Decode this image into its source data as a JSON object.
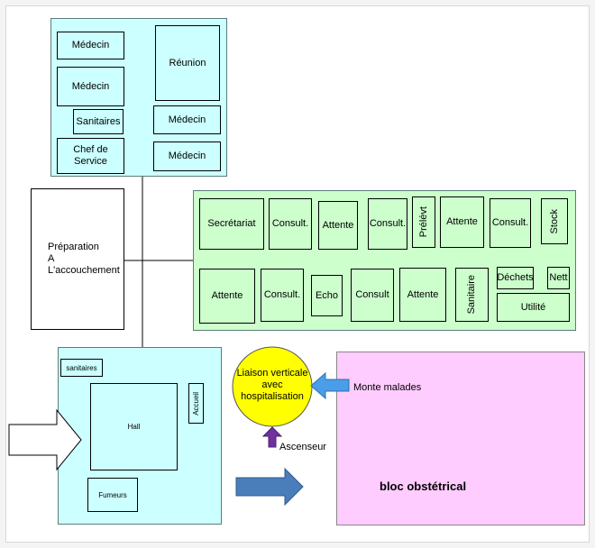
{
  "top_block": {
    "medecin_1": "Médecin",
    "medecin_2": "Médecin",
    "reunion": "Réunion",
    "sanitaires": "Sanitaires",
    "medecin_3": "Médecin",
    "chef_service": "Chef de Service",
    "medecin_4": "Médecin"
  },
  "preparation": {
    "line1": "Préparation",
    "line2": "A",
    "line3": "L'accouchement"
  },
  "consult_block": {
    "top_row": [
      "Secrétariat",
      "Consult.",
      "Attente",
      "Consult.",
      "Prélévt",
      "Attente",
      "Consult.",
      "Stock"
    ],
    "bottom_row": [
      "Attente",
      "Consult.",
      "Echo",
      "Consult",
      "Attente",
      "Sanitaire",
      "Déchets",
      "Nett"
    ],
    "utilite": "Utilité"
  },
  "hall_block": {
    "sanitaires": "sanitaires",
    "hall": "Hall",
    "accueil": "Accueil",
    "fumeurs": "Fumeurs"
  },
  "liaison": {
    "text": "Liaison verticale avec hospitalisation",
    "ascenseur": "Ascenseur",
    "monte_malades": "Monte malades"
  },
  "bloc": {
    "title": "bloc obstétrical"
  },
  "colors": {
    "cyan": "#ccffff",
    "green": "#ccffcc",
    "pink": "#ffccff",
    "yellow": "#ffff00",
    "blue_arrow": "#4a7ebb",
    "purple_arrow": "#7030a0"
  }
}
